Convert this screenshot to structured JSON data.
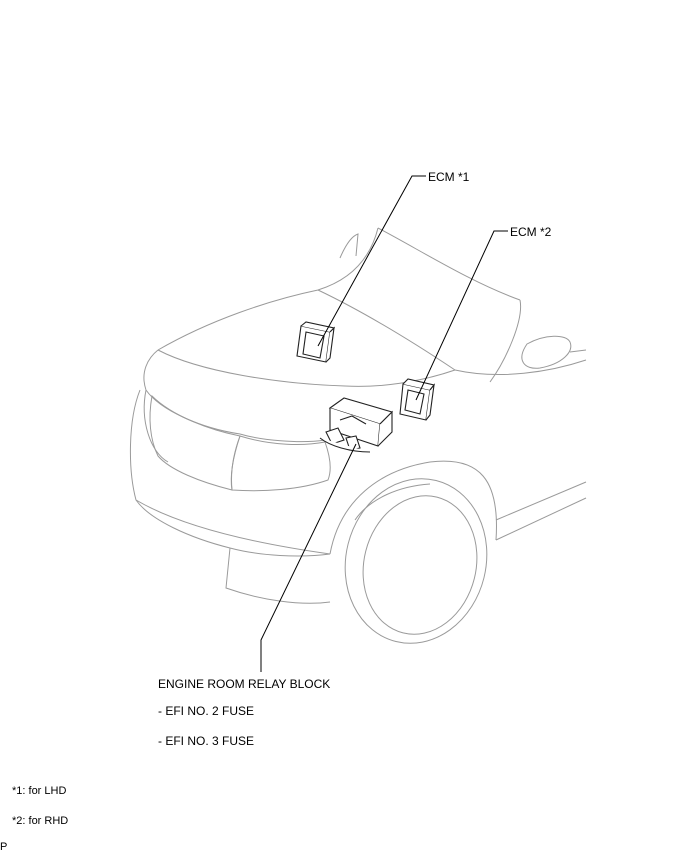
{
  "callouts": {
    "ecm_lhd": "ECM *1",
    "ecm_rhd": "ECM *2",
    "relay_block": "ENGINE ROOM RELAY BLOCK",
    "fuse_2": "- EFI NO. 2 FUSE",
    "fuse_3": "- EFI NO. 3 FUSE"
  },
  "notes": {
    "note_1": "*1: for LHD",
    "note_2": "*2: for RHD"
  },
  "corner_mark": "P",
  "colors": {
    "outline": "#9a9a9a",
    "component": "#222222",
    "leader": "#000000"
  }
}
